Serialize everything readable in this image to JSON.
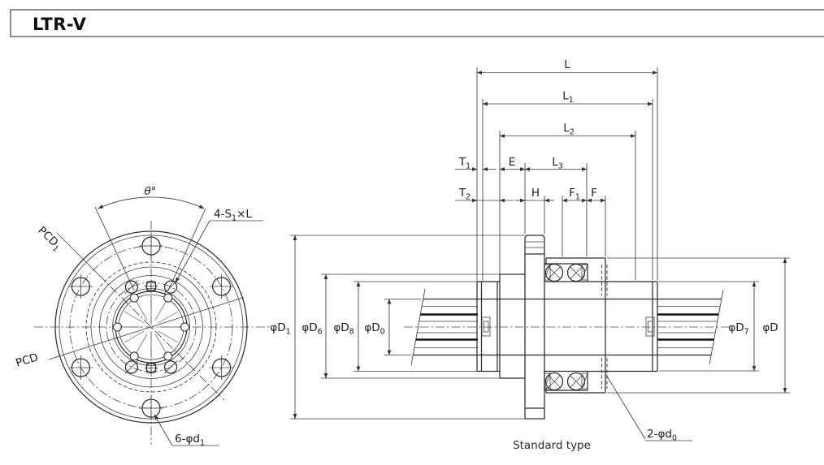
{
  "title": "LTR-V",
  "caption": "Standard type",
  "front": {
    "angle_label": "θ°",
    "pcd1_label": {
      "main": "PCD",
      "sub": "1"
    },
    "pcd_label": "PCD",
    "screw_callout": {
      "pre": "4-S",
      "sub": "1",
      "post": "×L"
    },
    "hole_callout": {
      "pre": "6-φd",
      "sub": "1"
    }
  },
  "side": {
    "hole_callout": {
      "pre": "2-φd",
      "sub": "0"
    },
    "dims": {
      "L": {
        "main": "L",
        "sub": ""
      },
      "L1": {
        "main": "L",
        "sub": "1"
      },
      "L2": {
        "main": "L",
        "sub": "2"
      },
      "L3": {
        "main": "L",
        "sub": "3"
      },
      "T1": {
        "main": "T",
        "sub": "1"
      },
      "T2": {
        "main": "T",
        "sub": "2"
      },
      "E": {
        "main": "E",
        "sub": ""
      },
      "H": {
        "main": "H",
        "sub": ""
      },
      "F1": {
        "main": "F",
        "sub": "1"
      },
      "F": {
        "main": "F",
        "sub": ""
      },
      "D1": {
        "main": "φD",
        "sub": "1"
      },
      "D6": {
        "main": "φD",
        "sub": "6"
      },
      "D8": {
        "main": "φD",
        "sub": "8"
      },
      "D0": {
        "main": "φD",
        "sub": "0"
      },
      "D7": {
        "main": "φD",
        "sub": "7"
      },
      "D": {
        "main": "φD",
        "sub": ""
      }
    }
  }
}
